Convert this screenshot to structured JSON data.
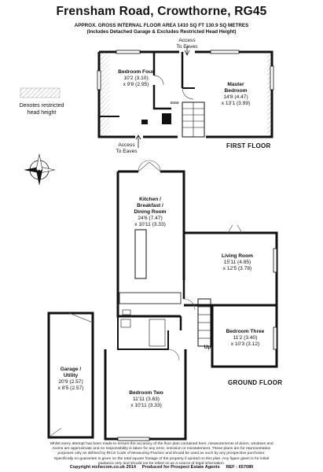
{
  "title": "Frensham Road, Crowthorne, RG45",
  "subtitle": {
    "line1": "APPROX. GROSS INTERNAL FLOOR AREA 1410 SQ FT 130.9 SQ METRES",
    "line2": "(Includes Detached Garage & Excludes Restricted Head Height)"
  },
  "first_floor": {
    "label": "FIRST FLOOR",
    "access_top": {
      "line1": "Access",
      "line2": "To Eaves"
    },
    "access_bottom": {
      "line1": "Access",
      "line2": "To Eaves"
    },
    "bedroom_four": {
      "name": "Bedroom Four",
      "dim1": "10'2 (3.10)",
      "dim2": "x 9'8 (2.95)"
    },
    "master_bedroom": {
      "name1": "Master",
      "name2": "Bedroom",
      "dim1": "14'8 (4.47)",
      "dim2": "x 13'1 (3.99)"
    },
    "landing_mark": "aaaa"
  },
  "legend": {
    "line1": "Denotes restricted",
    "line2": "head height"
  },
  "compass": {
    "letter": "N"
  },
  "ground_floor": {
    "label": "GROUND FLOOR",
    "kitchen": {
      "name1": "Kitchen /",
      "name2": "Breakfast /",
      "name3": "Dining Room",
      "dim1": "24'6 (7.47)",
      "dim2": "x 10'11 (3.33)"
    },
    "living_room": {
      "name": "Living Room",
      "dim1": "15'11 (4.85)",
      "dim2": "x 12'5 (3.78)"
    },
    "bedroom_three": {
      "name": "Bedroom Three",
      "dim1": "11'2 (3.40)",
      "dim2": "x 10'3 (3.12)"
    },
    "bedroom_two": {
      "name": "Bedroom Two",
      "dim1": "11'11 (3.63)",
      "dim2": "x 10'11 (3.33)"
    },
    "stairs_label": "Up"
  },
  "garage": {
    "name1": "Garage /",
    "name2": "Utility",
    "dim1": "20'9 (2.57)",
    "dim2": "x 8'5 (2.57)"
  },
  "disclaimer": [
    "Whilst every attempt has been made to ensure the accuracy of the floor plan contained here, measurements of doors, windows and",
    "rooms are approximate and no responsibility is taken for any error, omission or misstatement. These plans are for representation",
    "purposes only as defined by RICS Code of Measuring Practice and should be used as such by any prospective purchaser.",
    "Specifically no guarantee is given on the total square footage of the property if quoted on this plan. Any figure given is for initial",
    "guidance only and should not be relied on as a source of legal information."
  ],
  "credit": {
    "left": "Copyright nichecom.co.uk 2014",
    "middle": "Produced for Prospect Estate Agents",
    "right": "REF : 657080"
  }
}
